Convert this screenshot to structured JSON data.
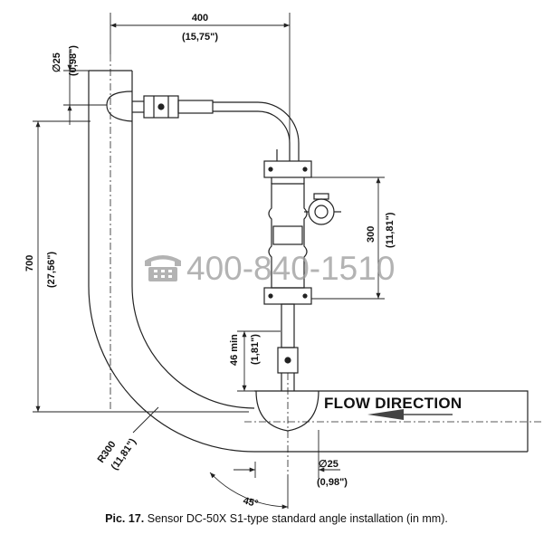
{
  "dimensions": {
    "overall_width_mm": "400",
    "overall_width_in": "(15,75\")",
    "pipe_dia_top_mm": "∅25",
    "pipe_dia_top_in": "(0,98\")",
    "height_mm": "700",
    "height_in": "(27,56\")",
    "sensor_len_mm": "300",
    "sensor_len_in": "(11,81\")",
    "min_mm": "46 min",
    "min_in": "(1,81\")",
    "radius_mm": "R300",
    "radius_in": "(11,81\")",
    "pipe_dia_bottom_mm": "∅25",
    "pipe_dia_bottom_in": "(0,98\")",
    "angle": "45°"
  },
  "flow_label": "FLOW DIRECTION",
  "watermark": {
    "phone_icon": "telephone-icon",
    "number": "400-840-1510"
  },
  "caption": {
    "label": "Pic. 17.",
    "text": "Sensor DC-50X S1-type standard angle installation (in mm)."
  },
  "colors": {
    "line": "#222222",
    "watermark": "#9a9a9a"
  }
}
